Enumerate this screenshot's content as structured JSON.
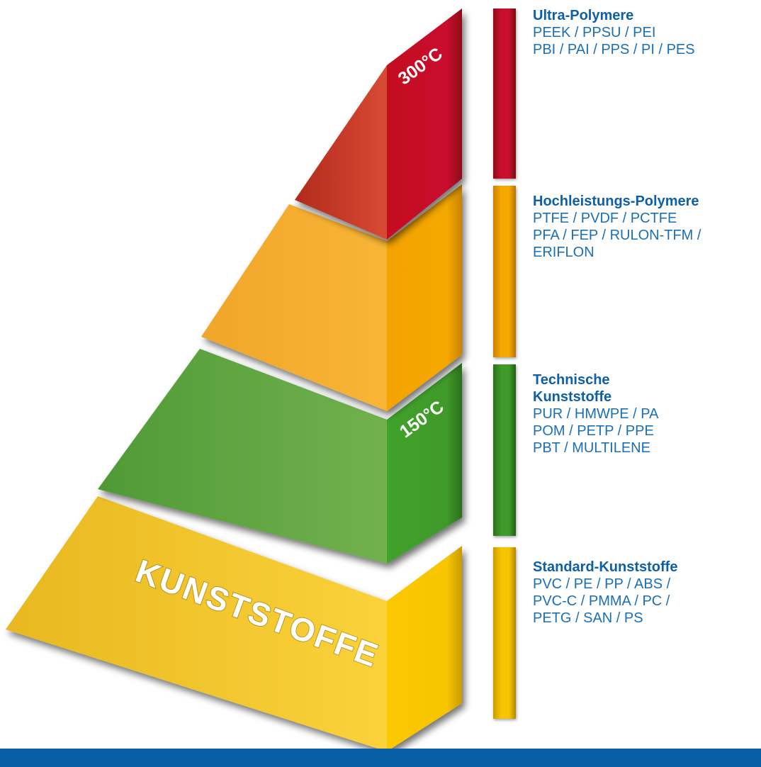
{
  "pyramid": {
    "temp_top": "300°C",
    "temp_mid": "150°C",
    "base_label": "KUNSTSTOFFE"
  },
  "tiers": [
    {
      "id": "ultra",
      "title": "Ultra-Polymere",
      "lines": [
        "PEEK / PPSU / PEI",
        "PBI / PAI / PPS / PI / PES"
      ],
      "color": "#c8102e"
    },
    {
      "id": "hochleistung",
      "title": "Hochleistungs-Polymere",
      "lines": [
        "PTFE / PVDF / PCTFE",
        "PFA / FEP / RULON-TFM /",
        "ERIFLON"
      ],
      "color": "#f5a800"
    },
    {
      "id": "technisch",
      "title": "Technische\nKunststoffe",
      "lines": [
        "PUR / HMWPE / PA",
        "POM / PETP / PPE",
        "PBT / MULTILENE"
      ],
      "color": "#3f9a2a"
    },
    {
      "id": "standard",
      "title": "Standard-Kunststoffe",
      "lines": [
        "PVC / PE / PP / ABS /",
        "PVC-C / PMMA / PC /",
        "PETG / SAN / PS"
      ],
      "color": "#f7c500"
    }
  ],
  "colors": {
    "accent_blue": "#0a5ea8",
    "text_blue": "#1a6fb5"
  }
}
